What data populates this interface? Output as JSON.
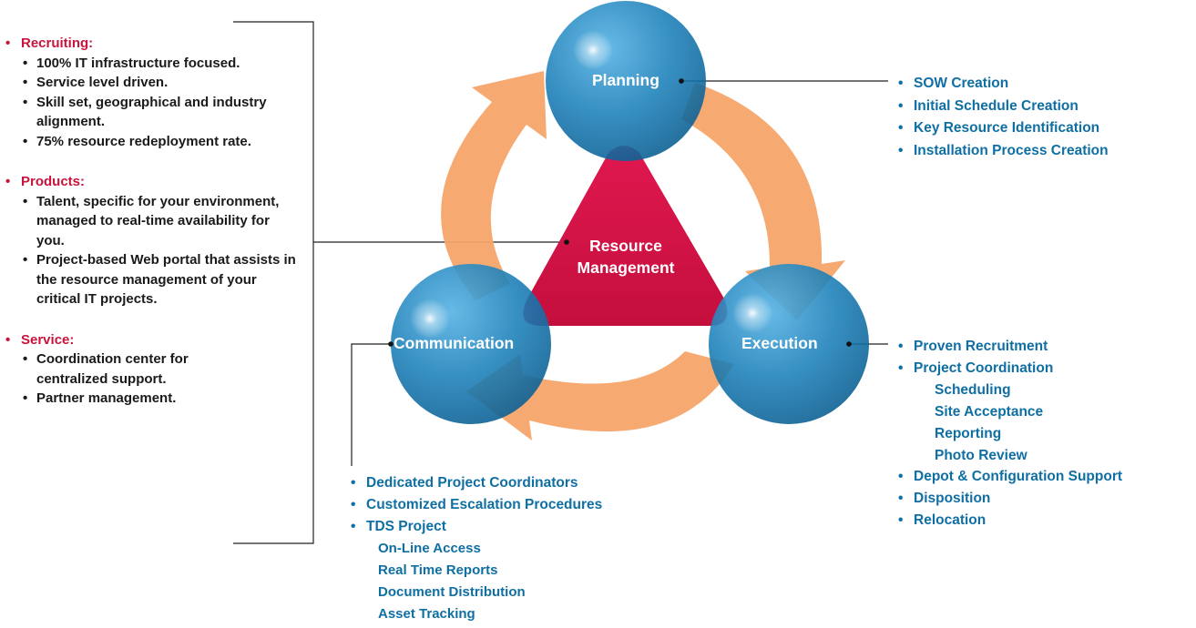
{
  "diagram": {
    "center": {
      "line1": "Resource",
      "line2": "Management"
    },
    "nodes": {
      "planning": "Planning",
      "communication": "Communication",
      "execution": "Execution"
    }
  },
  "left_panel": {
    "sections": [
      {
        "heading": "Recruiting:",
        "items": [
          "100% IT infrastructure focused.",
          "Service level driven.",
          "Skill set, geographical and industry alignment.",
          "75% resource redeployment rate."
        ]
      },
      {
        "heading": "Products:",
        "items": [
          "Talent, specific for your environment, managed to real-time availability for you.",
          "Project-based Web portal that assists in the resource management of your critical IT projects."
        ]
      },
      {
        "heading": "Service:",
        "items": [
          "Coordination center for centralized support.",
          "Partner management."
        ]
      }
    ]
  },
  "planning_list": [
    "SOW Creation",
    "Initial Schedule Creation",
    "Key Resource Identification",
    "Installation Process Creation"
  ],
  "execution_list": {
    "item1": "Proven Recruitment",
    "item2": "Project Coordination",
    "sub": [
      "Scheduling",
      "Site Acceptance",
      "Reporting",
      "Photo Review"
    ],
    "item3": "Depot & Configuration Support",
    "item4": "Disposition",
    "item5": "Relocation"
  },
  "communication_list": {
    "item1": "Dedicated Project Coordinators",
    "item2": "Customized Escalation Procedures",
    "item3": "TDS Project",
    "sub": [
      "On-Line Access",
      "Real Time Reports",
      "Document Distribution",
      "Asset Tracking"
    ]
  },
  "colors": {
    "circle_blue": "#1c86bf",
    "arrow_orange": "#f5a56a",
    "triangle_red": "#d41446",
    "heading_red": "#c8143c",
    "list_blue": "#0f6fa3"
  }
}
